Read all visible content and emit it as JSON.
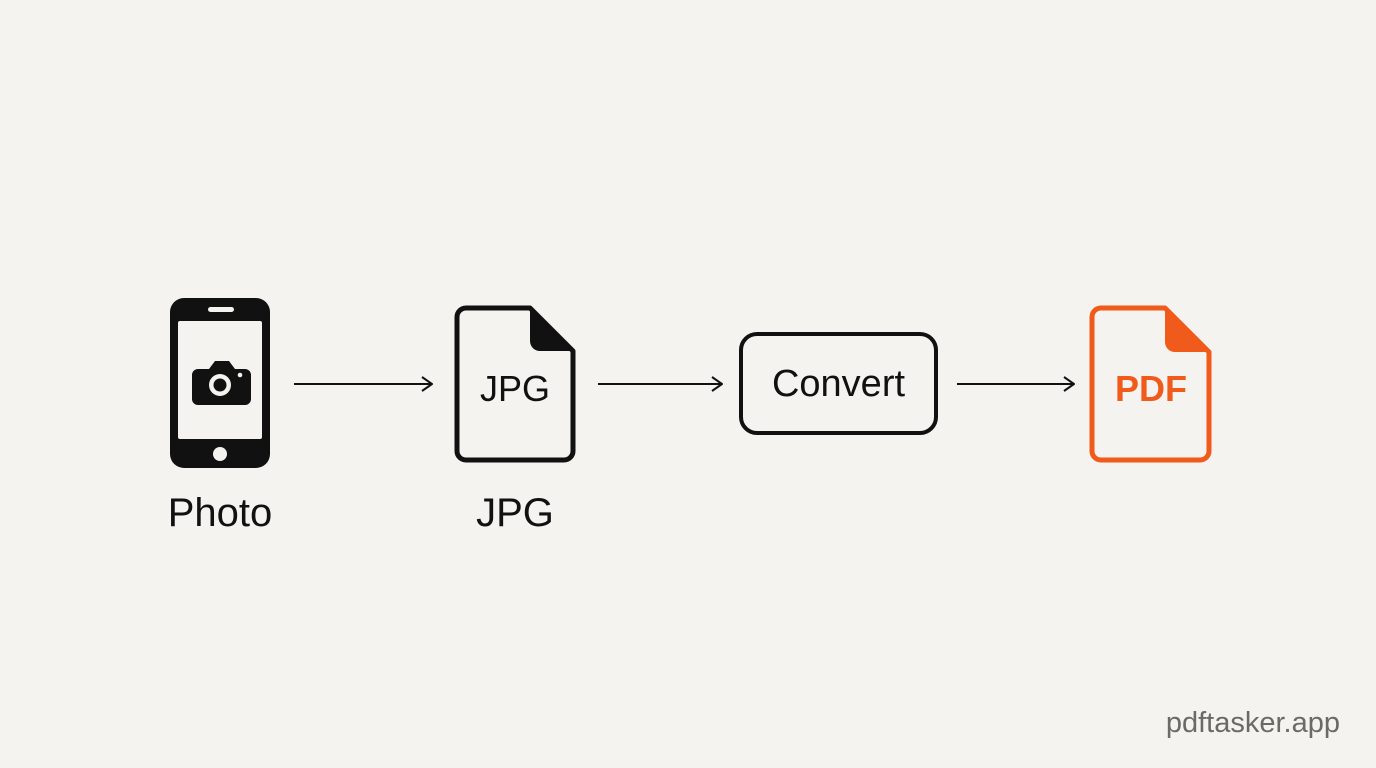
{
  "colors": {
    "background": "#F4F3EF",
    "ink": "#111111",
    "accent": "#F05A1A",
    "watermark": "#6A6A66"
  },
  "steps": {
    "photo": {
      "icon": "smartphone-camera-icon",
      "label": "Photo"
    },
    "jpg": {
      "icon": "jpg-file-icon",
      "file_text": "JPG",
      "label": "JPG"
    },
    "convert": {
      "label": "Convert"
    },
    "pdf": {
      "icon": "pdf-file-icon",
      "file_text": "PDF"
    }
  },
  "connectors": [
    {
      "from": "Photo",
      "to": "JPG"
    },
    {
      "from": "JPG",
      "to": "Convert"
    },
    {
      "from": "Convert",
      "to": "PDF"
    }
  ],
  "watermark": "pdftasker.app"
}
